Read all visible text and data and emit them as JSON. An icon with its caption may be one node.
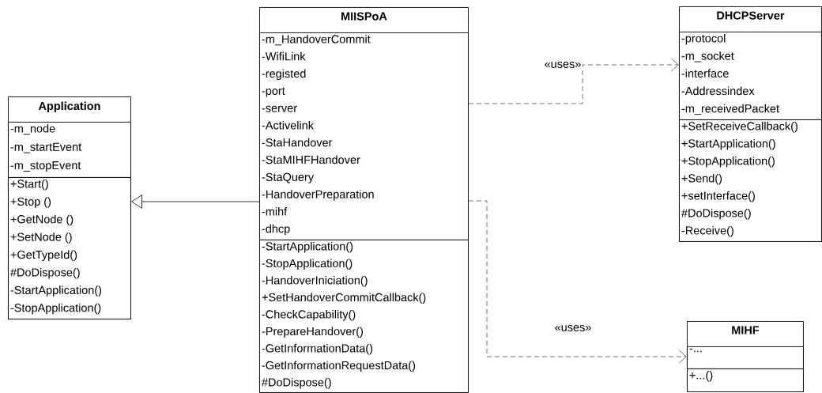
{
  "diagram": {
    "nodes": [
      {
        "text": [
          "Application"
        ]
      },
      {
        "text": [
          "-m_node",
          "-m_startEvent",
          "-m_stopEvent"
        ],
        "in": 0
      },
      {
        "text": [
          "+Start()",
          "+Stop ()",
          "+GetNode ()",
          "+SetNode ()",
          "+GetTypeId()",
          "#DoDispose()",
          "-StartApplication()",
          "-StopApplication()"
        ],
        "in": 0
      },
      {
        "text": [
          "MIISPoA"
        ]
      },
      {
        "text": [
          "-m_HandoverCommit",
          "-WifiLink",
          "-registed",
          "-port",
          "-server",
          "-Activelink",
          "-StaHandover",
          "-StaMIHFHandover",
          "-StaQuery",
          "-HandoverPreparation",
          "-mihf",
          "-dhcp"
        ],
        "in": 3
      },
      {
        "text": [
          "-StartApplication()",
          "-StopApplication()",
          "-HandoverIniciation()",
          "+SetHandoverCommitCallback()",
          "-CheckCapability()",
          "-PrepareHandover()",
          "-GetInformationData()",
          "-GetInformationRequestData()",
          "#DoDispose()"
        ],
        "in": 3
      },
      {
        "text": [
          "DHCPServer"
        ]
      },
      {
        "text": [
          "-protocol",
          "-m_socket",
          "-interface",
          "-Addressindex",
          "-m_receivedPacket"
        ],
        "in": 6
      },
      {
        "text": [
          "+SetReceiveCallback()",
          "+StartApplication()",
          "+StopApplication()",
          "+Send()",
          "+setInterface()",
          "#DoDispose()",
          "-Receive()"
        ],
        "in": 6
      },
      {
        "text": [
          "MIHF"
        ]
      },
      {
        "text": [
          "-..."
        ],
        "in": 9
      },
      {
        "text": [
          "+...()"
        ],
        "in": 9
      }
    ],
    "edges": [
      {
        "from": 3,
        "to": 0,
        "arrow": "to"
      },
      {
        "from": 3,
        "to": 6,
        "arrow": "to",
        "label": "«uses»",
        "style": "dashed"
      },
      {
        "from": 3,
        "to": 9,
        "arrow": "to",
        "label": "«uses»",
        "style": "dashed"
      }
    ]
  }
}
